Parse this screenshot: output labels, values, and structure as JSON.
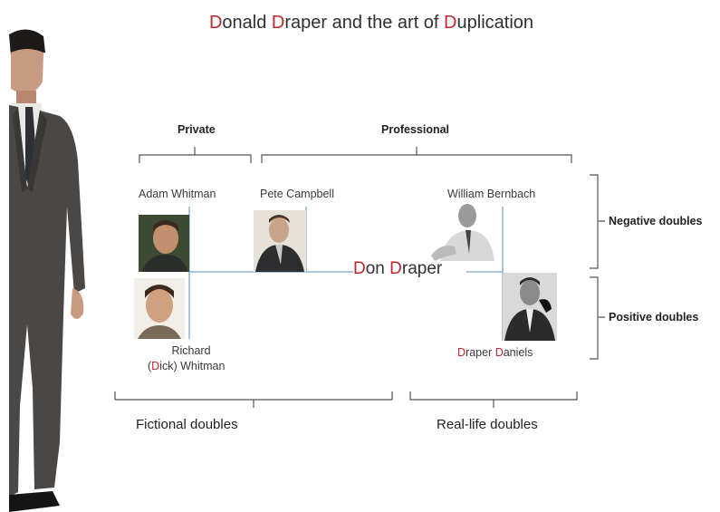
{
  "title": {
    "part1_red": "D",
    "part1": "onald ",
    "part2_red": "D",
    "part2": "raper and the art of ",
    "part3_red": "D",
    "part3": "uplication"
  },
  "brackets": {
    "private": "Private",
    "professional": "Professional",
    "negative": "Negative doubles",
    "positive": "Positive doubles",
    "fictional": "Fictional doubles",
    "real_life": "Real-life doubles"
  },
  "people": {
    "adam": "Adam Whitman",
    "pete": "Pete Campbell",
    "william": "William Bernbach",
    "richard_line1": "Richard",
    "richard_paren_open": "(",
    "richard_red": "D",
    "richard_rest": "ick) Whitman",
    "draper_red1": "D",
    "draper_mid": "raper ",
    "draper_red2": "D",
    "draper_rest": "aniels"
  },
  "center": {
    "red1": "D",
    "mid": "on ",
    "red2": "D",
    "rest": "raper"
  },
  "colors": {
    "accent_red": "#c0282d",
    "line_blue": "#7aa7cc",
    "bracket": "#555555"
  }
}
